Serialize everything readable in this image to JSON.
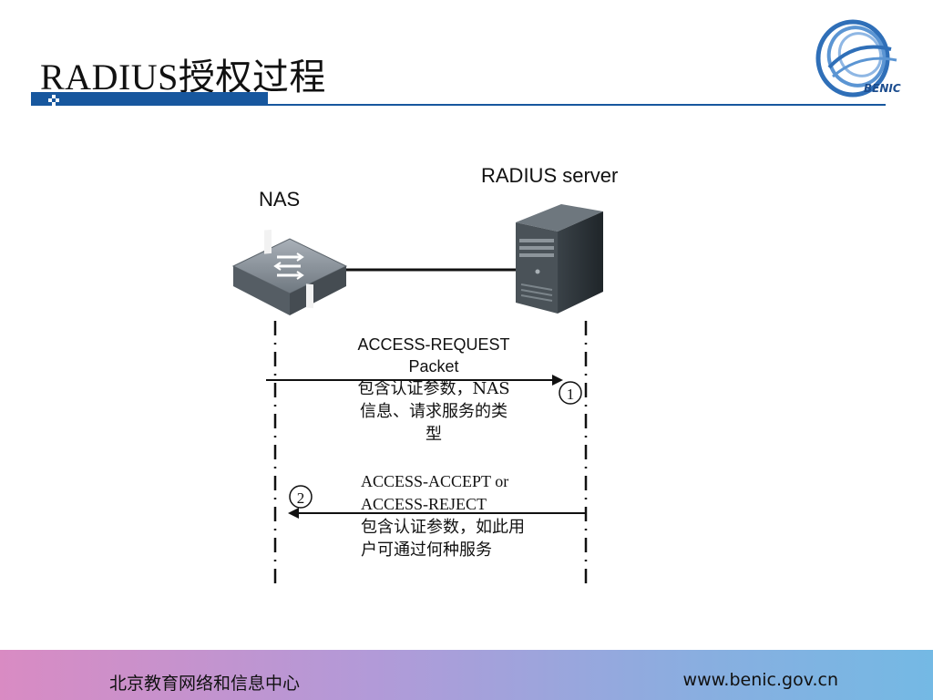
{
  "slide": {
    "title": "RADIUS授权过程",
    "logo_text": "BENIC"
  },
  "diagram": {
    "nas_label": "NAS",
    "server_label": "RADIUS server",
    "request": {
      "label_lines": [
        "ACCESS-REQUEST",
        "Packet"
      ],
      "desc_lines": [
        "包含认证参数，NAS",
        "信息、请求服务的类",
        "型"
      ],
      "step": "1"
    },
    "response": {
      "label_lines": [
        "ACCESS-ACCEPT or",
        "ACCESS-REJECT"
      ],
      "desc_lines": [
        "包含认证参数，如此用",
        "户可通过何种服务"
      ],
      "step": "2"
    }
  },
  "footer": {
    "org": "北京教育网络和信息中心",
    "url": "www.benic.gov.cn"
  },
  "colors": {
    "accent": "#17579e",
    "footer_start": "#d98bc3",
    "footer_end": "#74b9e4"
  }
}
